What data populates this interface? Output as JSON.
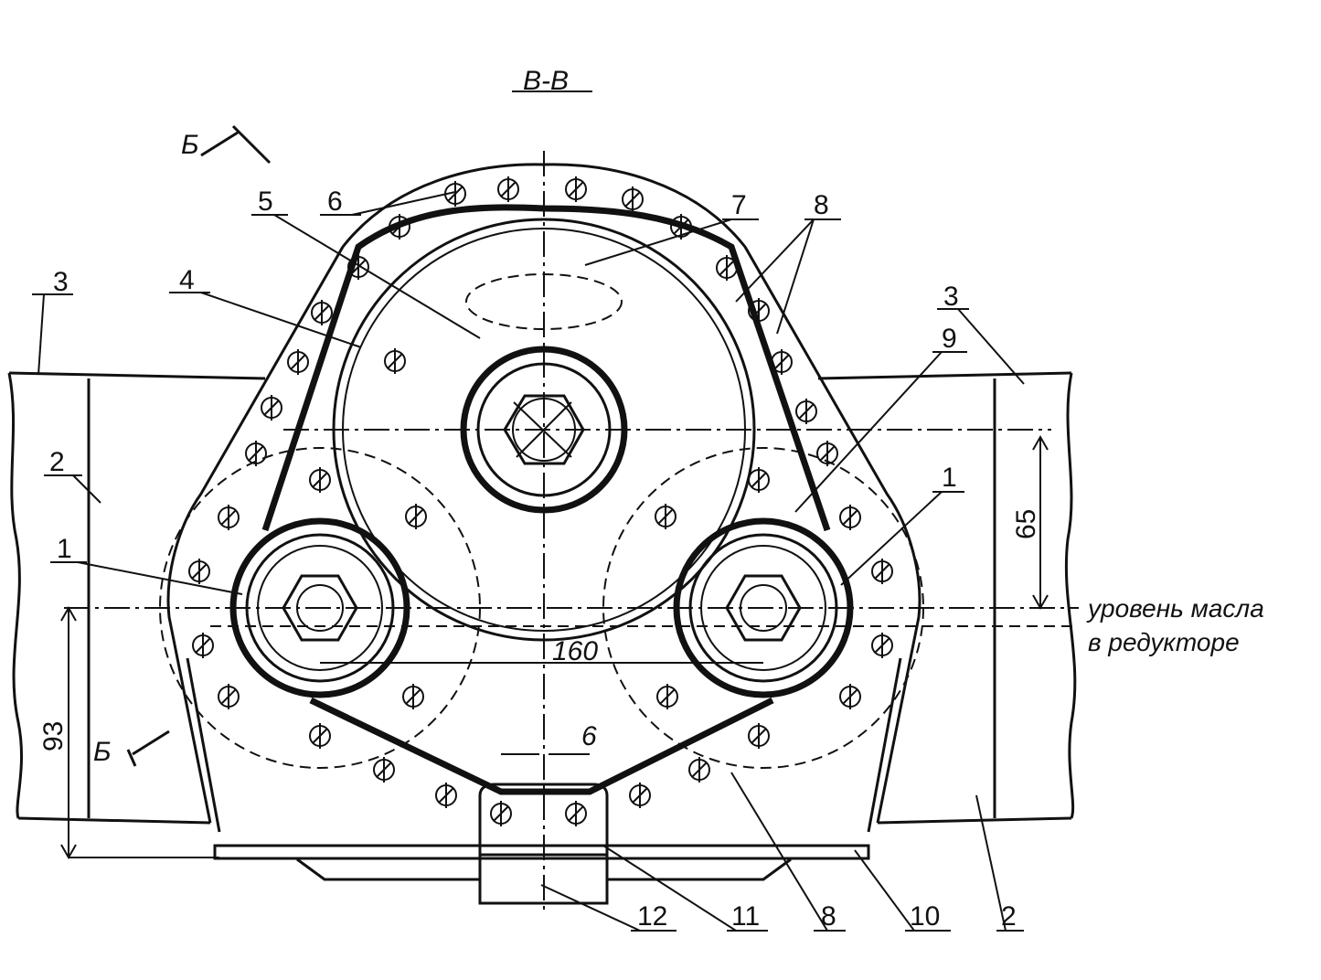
{
  "section_title": "В-В",
  "view_marker": "Б",
  "callouts": {
    "n1": "1",
    "n2": "2",
    "n3": "3",
    "n4": "4",
    "n5": "5",
    "n6": "6",
    "n7": "7",
    "n8": "8",
    "n9": "9",
    "n10": "10",
    "n11": "11",
    "n12": "12"
  },
  "dimensions": {
    "d65": "65",
    "d93": "93",
    "d160": "160",
    "d6": "6"
  },
  "oil_level_note": {
    "line1": "уровень масла",
    "line2": "в редукторе"
  }
}
